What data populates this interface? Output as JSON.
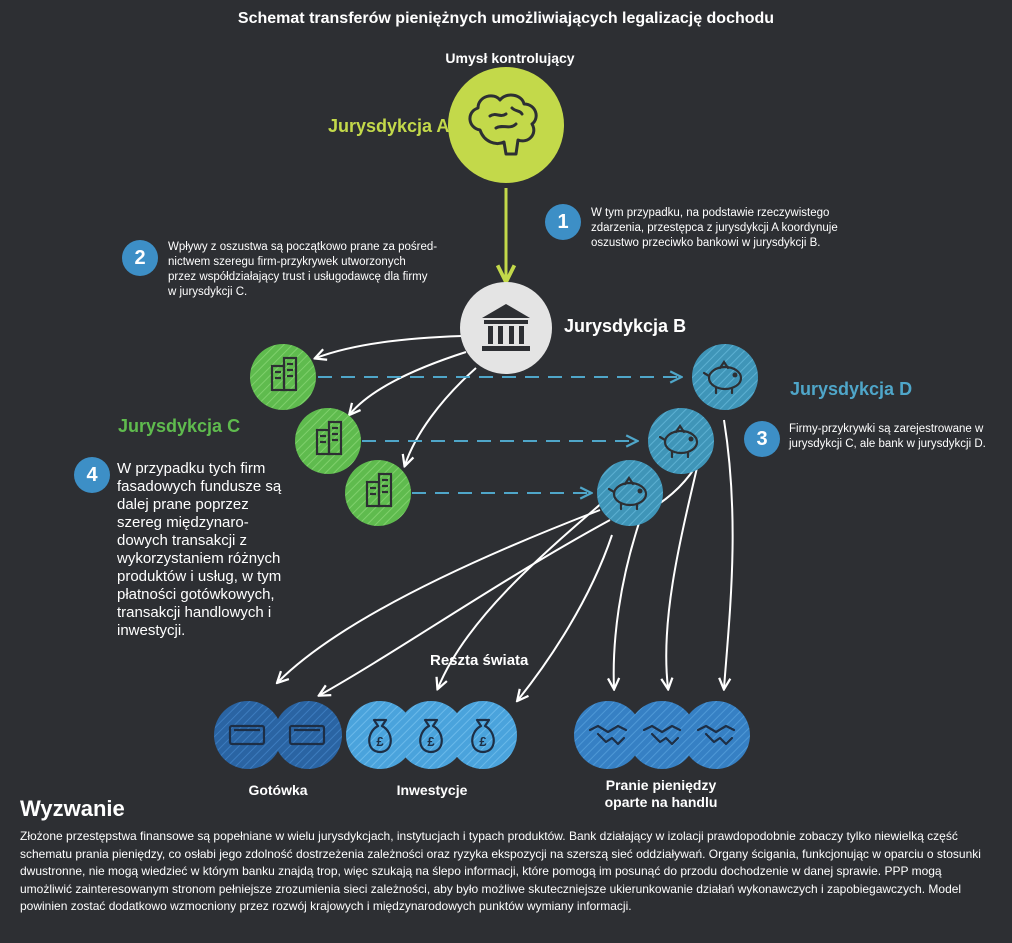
{
  "title": "Schemat transferów pieniężnych umożliwiających legalizację dochodu",
  "mind_label": "Umysł kontrolujący",
  "jurisdictions": {
    "a": "Jurysdykcja A",
    "b": "Jurysdykcja B",
    "c": "Jurysdykcja C",
    "d": "Jurysdykcja D"
  },
  "notes": {
    "n1": {
      "num": "1",
      "lines": [
        "W tym przypadku, na podstawie rzeczywistego",
        "zdarzenia, przestępca z jurysdykcji A koordynuje",
        "oszustwo przeciwko bankowi w jurysdykcji B."
      ]
    },
    "n2": {
      "num": "2",
      "lines": [
        "Wpływy z oszustwa są początkowo prane za pośred-",
        "nictwem szeregu firm-przykrywek utworzonych",
        "przez współdziałający trust i usługodawcę dla firmy",
        "w jurysdykcji C."
      ]
    },
    "n3": {
      "num": "3",
      "lines": [
        "Firmy-przykrywki są zarejestrowane w",
        "jurysdykcji C, ale bank w jurysdykcji D."
      ]
    },
    "n4": {
      "num": "4",
      "lines": [
        "W przypadku tych firm",
        "fasadowych fundusze są",
        "dalej prane poprzez",
        "szereg międzynaro-",
        "dowych transakcji z",
        "wykorzystaniem różnych",
        "produktów i usług, w tym",
        "płatności gotówkowych,",
        "transakcji handlowych i",
        "inwestycji."
      ]
    }
  },
  "rest_of_world": "Reszta świata",
  "captions": {
    "cash": "Gotówka",
    "investments": "Inwestycje",
    "trade": [
      "Pranie pieniędzy",
      "oparte na handlu"
    ]
  },
  "challenge": {
    "heading": "Wyzwanie",
    "text": "Złożone przestępstwa finansowe są popełniane w wielu jurysdykcjach, instytucjach i typach produktów. Bank działający w izolacji prawdopodobnie zobaczy tylko niewielką część schematu prania pieniędzy, co osłabi jego zdolność dostrzeżenia zależności oraz ryzyka ekspozycji na szerszą sieć oddziaływań. Organy ścigania, funkcjonując w oparciu o stosunki dwustronne, nie mogą wiedzieć w którym banku znajdą trop, więc szukają na ślepo informacji, które pomogą im posunąć do przodu dochodzenie w danej sprawie. PPP mogą umożliwić zainteresowanym stronom pełniejsze zrozumienia sieci zależności, aby było możliwe skuteczniejsze ukierunkowanie działań wykonawczych i zapobiegawczych. Model powinien zostać dodatkowo wzmocniony przez rozwój krajowych i międzynarodowych punktów wymiany informacji."
  },
  "colors": {
    "background": "#2d2f33",
    "mind": "#c3d94a",
    "bank": "#e4e4e4",
    "shell_firm": "#5fbb4e",
    "jurisdiction_d": "#4fa6c9",
    "cash": "#2f6eb0",
    "investments": "#4aa3dc",
    "trade": "#3c87c9",
    "badge": "#3d8fc6"
  },
  "icons": {
    "mind": "brain-icon",
    "bank": "bank-building-icon",
    "shell_firm": "office-building-icon",
    "bank_account": "piggy-bank-icon",
    "cash": "banknote-icon",
    "investments": "money-bag-pound-icon",
    "trade": "handshake-icon"
  }
}
